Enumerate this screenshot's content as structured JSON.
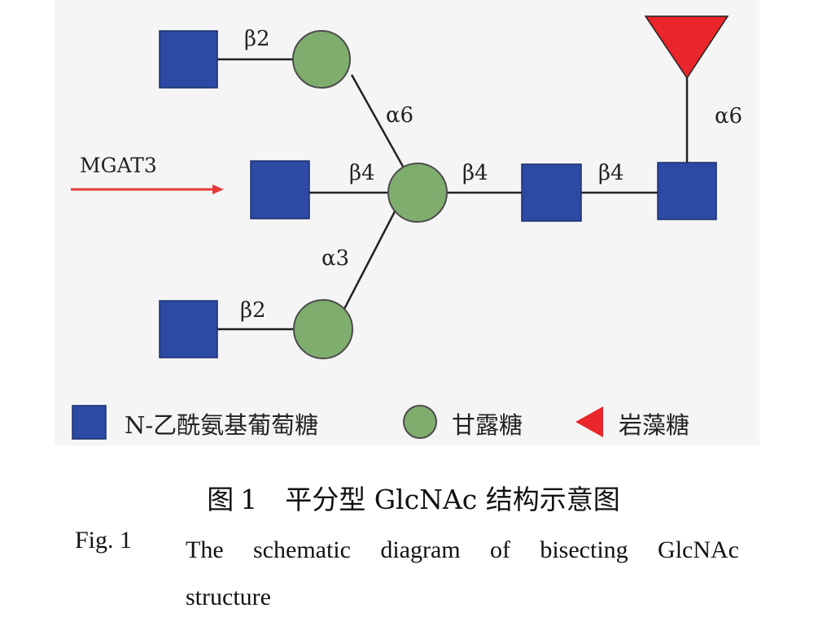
{
  "diagram": {
    "links": [
      {
        "id": "l1",
        "label": "β2"
      },
      {
        "id": "l2",
        "label": "α6"
      },
      {
        "id": "l3",
        "label": "β4"
      },
      {
        "id": "l4",
        "label": "α3"
      },
      {
        "id": "l5",
        "label": "β2"
      },
      {
        "id": "l6",
        "label": "β4"
      },
      {
        "id": "l7",
        "label": "β4"
      },
      {
        "id": "l8",
        "label": "α6"
      }
    ],
    "arrow_label": "MGAT3",
    "legend": [
      {
        "shape": "square",
        "label": "N-乙酰氨基葡萄糖"
      },
      {
        "shape": "circle",
        "label": "甘露糖"
      },
      {
        "shape": "triangle",
        "label": "岩藻糖"
      }
    ]
  },
  "caption": {
    "zh_prefix": "图",
    "zh_number": "1",
    "zh_title": "平分型 GlcNAc 结构示意图",
    "en_label": "Fig. 1",
    "en_line1": "The schematic diagram of bisecting GlcNAc",
    "en_line2": "structure"
  },
  "colors": {
    "panel_bg": "#f5f5f5",
    "glcnac": "#2c4aa3",
    "mannose": "#7fad6e",
    "fucose": "#e8262b",
    "arrow": "#e53935",
    "edge": "#222222"
  }
}
